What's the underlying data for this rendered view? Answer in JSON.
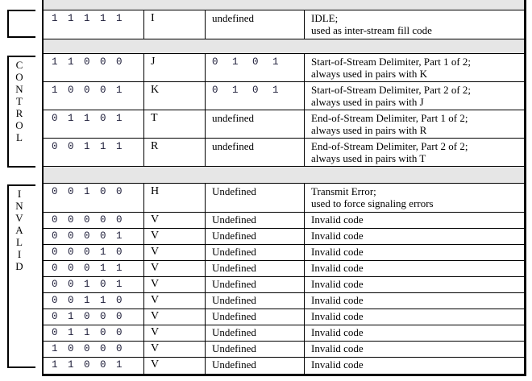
{
  "colors": {
    "background": "#ffffff",
    "border": "#000000",
    "separator_fill": "#e6e6e6",
    "digit_text": "#1c1c38",
    "body_text": "#000000"
  },
  "side_labels": {
    "control": {
      "letters": [
        "C",
        "O",
        "N",
        "T",
        "R",
        "O",
        "L"
      ]
    },
    "invalid": {
      "letters": [
        "I",
        "N",
        "V",
        "A",
        "L",
        "I",
        "D"
      ]
    }
  },
  "table": {
    "rows": [
      {
        "type": "separator"
      },
      {
        "type": "data",
        "code": "1 1 1 1 1",
        "symbol": "I",
        "value": "undefined",
        "desc1": "IDLE;",
        "desc2": "used as inter-stream fill code"
      },
      {
        "type": "separator"
      },
      {
        "type": "data",
        "code": "1 1 0 0 0",
        "symbol": "J",
        "value": "0 1 0 1",
        "desc1": "Start-of-Stream Delimiter, Part 1 of 2;",
        "desc2": "always used in pairs with K"
      },
      {
        "type": "data",
        "code": "1 0 0 0 1",
        "symbol": "K",
        "value": "0 1 0 1",
        "desc1": "Start-of-Stream Delimiter, Part 2 of 2;",
        "desc2": "always used in pairs with J"
      },
      {
        "type": "data",
        "code": "0 1 1 0 1",
        "symbol": "T",
        "value": "undefined",
        "desc1": "End-of-Stream Delimiter, Part 1 of 2;",
        "desc2": "always used in pairs with R"
      },
      {
        "type": "data",
        "code": "0 0 1 1 1",
        "symbol": "R",
        "value": "undefined",
        "desc1": "End-of-Stream Delimiter, Part 2 of 2;",
        "desc2": "always used in pairs with T"
      },
      {
        "type": "separator"
      },
      {
        "type": "data",
        "code": "0 0 1 0 0",
        "symbol": "H",
        "value": "Undefined",
        "desc1": "Transmit Error;",
        "desc2": "used to force signaling errors"
      },
      {
        "type": "data",
        "code": "0 0 0 0 0",
        "symbol": "V",
        "value": "Undefined",
        "desc1": "Invalid code"
      },
      {
        "type": "data",
        "code": "0 0 0 0 1",
        "symbol": "V",
        "value": "Undefined",
        "desc1": "Invalid code"
      },
      {
        "type": "data",
        "code": "0 0 0 1 0",
        "symbol": "V",
        "value": "Undefined",
        "desc1": "Invalid code"
      },
      {
        "type": "data",
        "code": "0 0 0 1 1",
        "symbol": "V",
        "value": "Undefined",
        "desc1": "Invalid code"
      },
      {
        "type": "data",
        "code": "0 0 1 0 1",
        "symbol": "V",
        "value": "Undefined",
        "desc1": "Invalid code"
      },
      {
        "type": "data",
        "code": "0 0 1 1 0",
        "symbol": "V",
        "value": "Undefined",
        "desc1": "Invalid code"
      },
      {
        "type": "data",
        "code": "0 1 0 0 0",
        "symbol": "V",
        "value": "Undefined",
        "desc1": "Invalid code"
      },
      {
        "type": "data",
        "code": "0 1 1 0 0",
        "symbol": "V",
        "value": "Undefined",
        "desc1": "Invalid code"
      },
      {
        "type": "data",
        "code": "1 0 0 0 0",
        "symbol": "V",
        "value": "Undefined",
        "desc1": "Invalid code"
      },
      {
        "type": "data",
        "code": "1 1 0 0 1",
        "symbol": "V",
        "value": "Undefined",
        "desc1": "Invalid code"
      }
    ]
  }
}
